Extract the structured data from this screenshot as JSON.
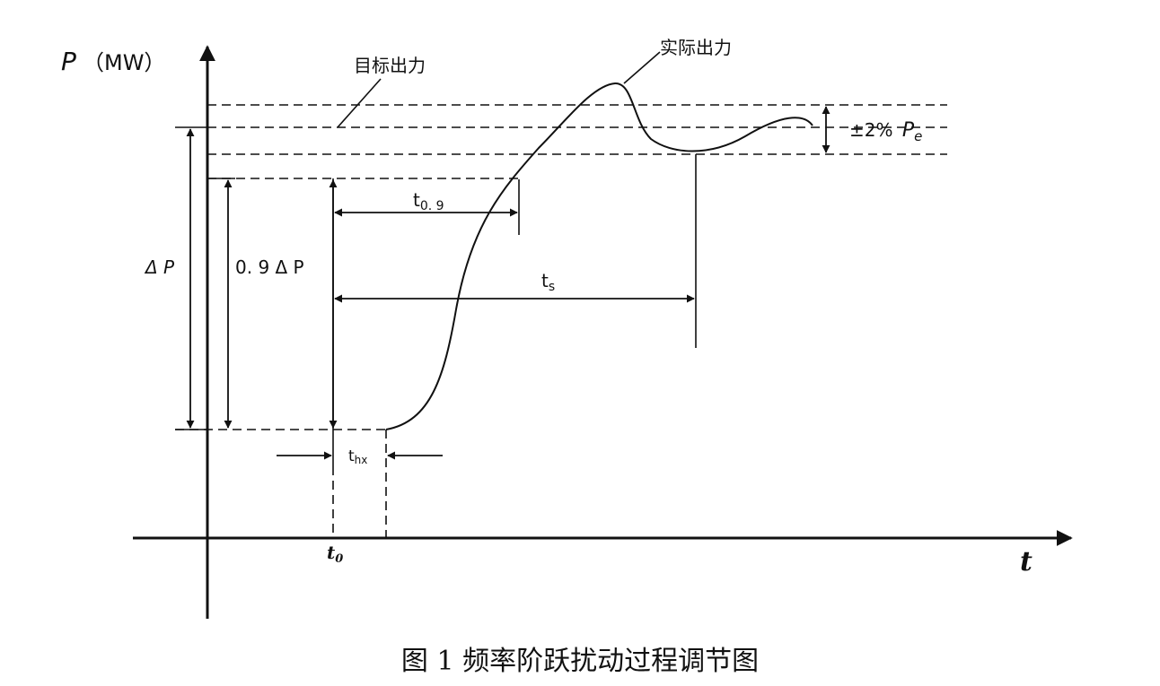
{
  "axes": {
    "y_label_symbol": "P",
    "y_label_unit": "（MW）",
    "x_label": "t"
  },
  "labels": {
    "target_output": "目标出力",
    "actual_output": "实际出力",
    "tolerance": "±2%",
    "tolerance_symbol": "P",
    "tolerance_sub": "e",
    "delta_p": "Δ P",
    "point_nine_delta_p": "0. 9 Δ P",
    "t09_main": "t",
    "t09_sub": "0. 9",
    "ts_main": "t",
    "ts_sub": "s",
    "thx_main": "t",
    "thx_sub": "hx",
    "t0_main": "t",
    "t0_sub": "0"
  },
  "caption": "图 1  频率阶跃扰动过程调节图",
  "colors": {
    "line": "#111111",
    "background": "#ffffff"
  }
}
